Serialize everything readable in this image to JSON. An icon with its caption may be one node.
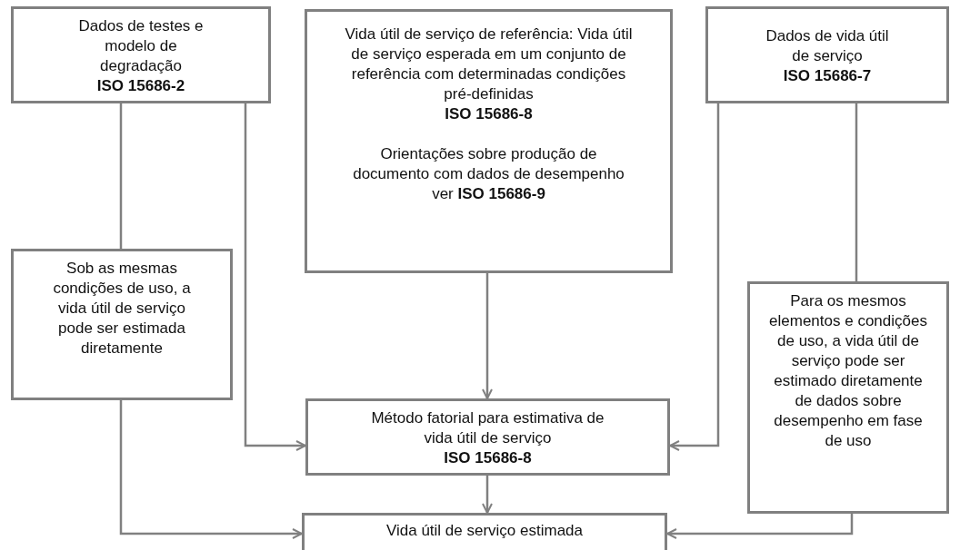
{
  "diagram": {
    "nodes": [
      {
        "text": [
          "Dados de testes e modelo de degradação",
          "ISO 15686-2"
        ]
      },
      {
        "text": [
          "Vida útil de serviço de referência: Vida útil de serviço esperada em um conjunto de referência com determinadas condições pré-definidas",
          "ISO 15686-8",
          "Orientações sobre produção de documento com dados de desempenho ver **ISO 15686-9**"
        ]
      },
      {
        "text": [
          "Dados de vida útil de serviço",
          "ISO 15686-7"
        ]
      },
      {
        "text": [
          "Sob as mesmas condições de uso, a vida útil de serviço pode ser estimada diretamente"
        ]
      },
      {
        "text": [
          "Método fatorial para estimativa de vida útil de serviço",
          "ISO 15686-8"
        ]
      },
      {
        "text": [
          "Para os mesmos elementos e condições de uso, a vida útil de serviço pode ser estimado diretamente de dados sobre desempenho em fase de uso"
        ]
      },
      {
        "text": [
          "Vida útil de serviço estimada"
        ]
      }
    ],
    "edges": [
      {
        "from": 0,
        "to": 3,
        "arrow": "none"
      },
      {
        "from": 0,
        "to": 4,
        "arrow": "to"
      },
      {
        "from": 1,
        "to": 4,
        "arrow": "to"
      },
      {
        "from": 2,
        "to": 5,
        "arrow": "none"
      },
      {
        "from": 2,
        "to": 4,
        "arrow": "to"
      },
      {
        "from": 3,
        "to": 6,
        "arrow": "to"
      },
      {
        "from": 4,
        "to": 6,
        "arrow": "to"
      },
      {
        "from": 5,
        "to": 6,
        "arrow": "to"
      }
    ]
  }
}
